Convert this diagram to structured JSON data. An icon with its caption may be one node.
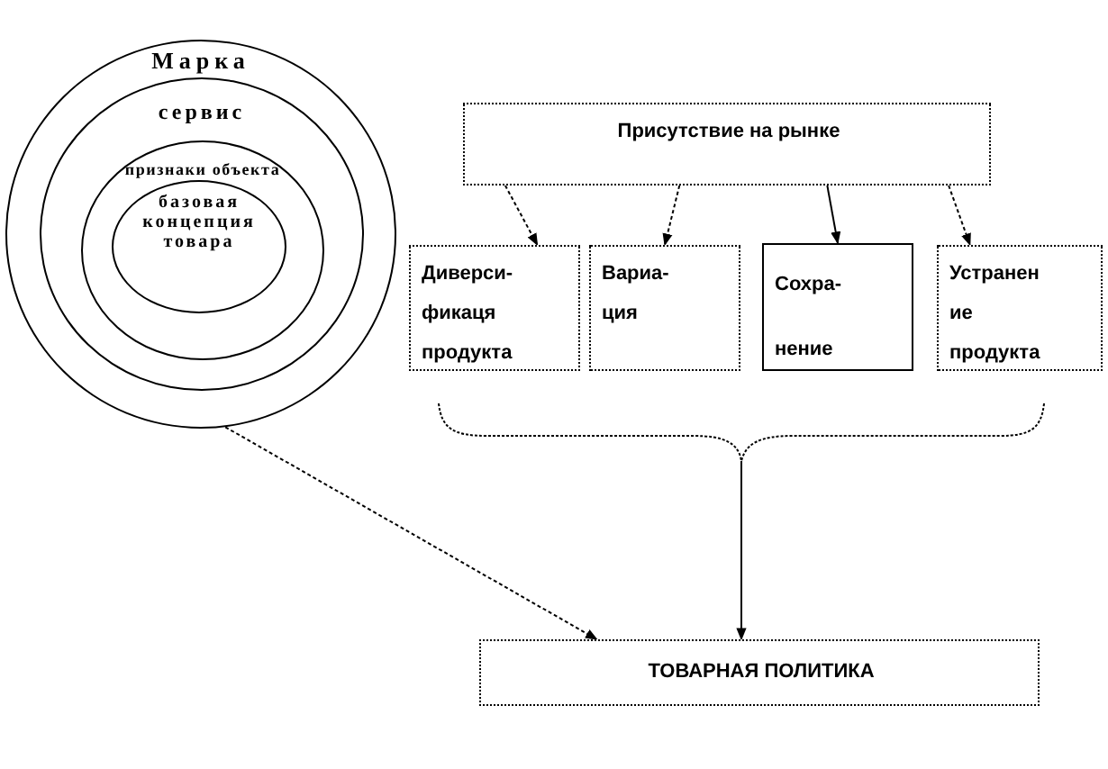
{
  "diagram": {
    "nodes": [
      {
        "text": [
          "Марка"
        ]
      },
      {
        "text": [
          "сервис"
        ],
        "in": 0
      },
      {
        "text": [
          "признаки объекта"
        ],
        "in": 1
      },
      {
        "text": [
          "базовая концепция товара"
        ],
        "in": 2
      },
      {
        "text": [
          "Присутствие на рынке"
        ]
      },
      {
        "text": [
          "Диверси- фикаця продукта"
        ]
      },
      {
        "text": [
          "Вариа- ция"
        ]
      },
      {
        "text": [
          "Сохра- нение"
        ]
      },
      {
        "text": [
          "Устранен ие продукта"
        ]
      },
      {
        "text": [
          "ТОВАРНАЯ ПОЛИТИКА"
        ]
      },
      {
        "text": [],
        "shape": "brace"
      }
    ],
    "edges": [
      {
        "from": 4,
        "to": 5,
        "arrow": "to",
        "style": "dashed"
      },
      {
        "from": 4,
        "to": 6,
        "arrow": "to",
        "style": "dashed"
      },
      {
        "from": 4,
        "to": 7,
        "arrow": "to"
      },
      {
        "from": 4,
        "to": 8,
        "arrow": "to",
        "style": "dashed"
      },
      {
        "from": 10,
        "to": 9,
        "arrow": "to"
      },
      {
        "from": 0,
        "to": 9,
        "arrow": "to",
        "style": "dashed"
      }
    ]
  }
}
